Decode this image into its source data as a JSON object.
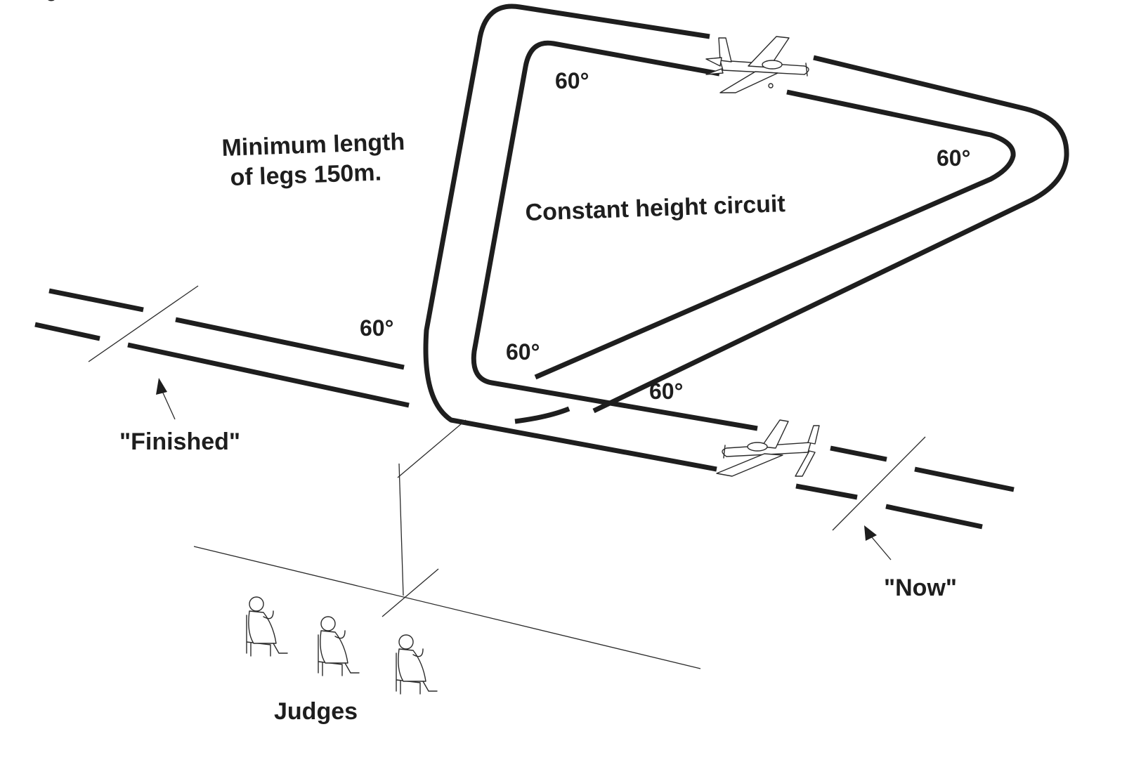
{
  "header": {
    "partial_text": "original"
  },
  "diagram": {
    "label_min_length_line1": "Minimum length",
    "label_min_length_line2": "of legs 150m.",
    "label_circuit": "Constant  height  circuit",
    "angle_top_left": "60°",
    "angle_right": "60°",
    "angle_left_axis": "60°",
    "angle_inner_bottom": "60°",
    "angle_bottom": "60°",
    "label_finished": "\"Finished\"",
    "label_now": "\"Now\"",
    "label_judges": "Judges"
  },
  "icons": {
    "aircraft_top": "airplane-icon",
    "aircraft_bottom": "airplane-icon",
    "judge": "seated-judge-icon"
  }
}
